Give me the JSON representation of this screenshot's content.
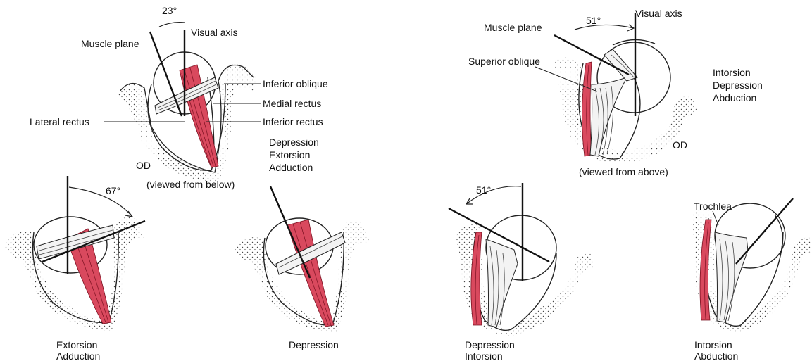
{
  "panels": {
    "io_main": {
      "angle": "23°",
      "visual_axis": "Visual axis",
      "muscle_plane": "Muscle plane",
      "inferior_oblique": "Inferior oblique",
      "medial_rectus": "Medial rectus",
      "inferior_rectus": "Inferior rectus",
      "lateral_rectus": "Lateral rectus",
      "actions": [
        "Depression",
        "Extorsion",
        "Adduction"
      ],
      "eye": "OD",
      "view": "(viewed from below)"
    },
    "io_extorsion": {
      "angle": "67°",
      "actions": [
        "Extorsion",
        "Adduction"
      ]
    },
    "io_depression": {
      "actions": [
        "Depression"
      ]
    },
    "so_main": {
      "angle": "51°",
      "visual_axis": "Visual axis",
      "muscle_plane": "Muscle plane",
      "superior_oblique": "Superior oblique",
      "actions": [
        "Intorsion",
        "Depression",
        "Abduction"
      ],
      "eye": "OD",
      "view": "(viewed from above)"
    },
    "so_depression": {
      "angle": "51°",
      "actions": [
        "Depression",
        "Intorsion"
      ]
    },
    "so_intorsion": {
      "trochlea": "Trochlea",
      "actions": [
        "Intorsion",
        "Abduction"
      ]
    }
  },
  "colors": {
    "muscle_red": "#d9495e",
    "line": "#222222"
  }
}
